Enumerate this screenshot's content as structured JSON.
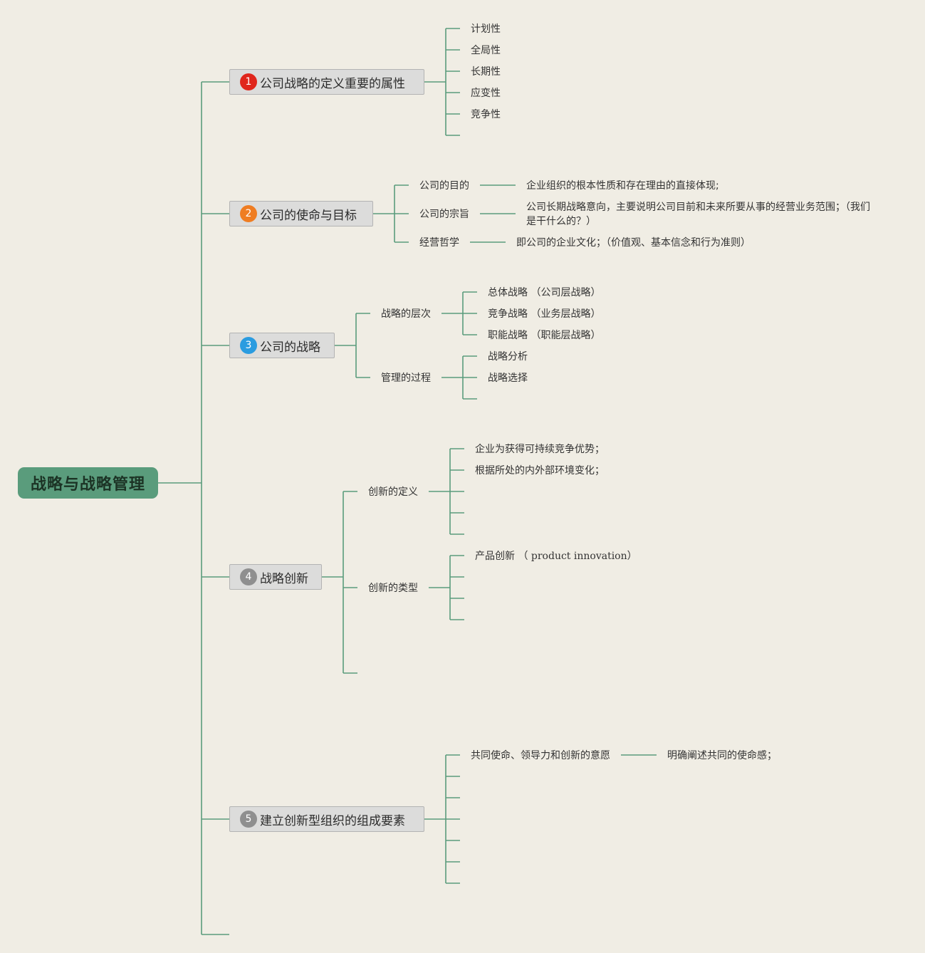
{
  "colors": {
    "background": "#f0ede4",
    "root": "#5a9c7c",
    "connector": "#5a9c7c",
    "badge_1": "#e0261c",
    "badge_2": "#ef7d22",
    "badge_3": "#2a9ce0",
    "badge_4": "#8f8f8f",
    "badge_5": "#8f8f8f"
  },
  "root": {
    "label": "战略与战略管理"
  },
  "branches": [
    {
      "number": "1",
      "label": "公司战略的定义重要的属性",
      "items": [
        "计划性",
        "全局性",
        "长期性",
        "应变性",
        "竞争性"
      ]
    },
    {
      "number": "2",
      "label": "公司的使命与目标",
      "items": [
        {
          "label": "公司的目的",
          "detail": "企业组织的根本性质和存在理由的直接体现;"
        },
        {
          "label": "公司的宗旨",
          "detail": "公司长期战略意向，主要说明公司目前和未来所要从事的经营业务范围；（我们是干什么的？）"
        },
        {
          "label": "经营哲学",
          "detail": "即公司的企业文化；（价值观、基本信念和行为准则）"
        }
      ]
    },
    {
      "number": "3",
      "label": "公司的战略",
      "groups": [
        {
          "label": "战略的层次",
          "items": [
            "总体战略 （公司层战略）",
            "竞争战略 （业务层战略）",
            "职能战略 （职能层战略）"
          ]
        },
        {
          "label": "管理的过程",
          "items": [
            "战略分析",
            "战略选择"
          ]
        }
      ]
    },
    {
      "number": "4",
      "label": "战略创新",
      "groups": [
        {
          "label": "创新的定义",
          "items": [
            "企业为获得可持续竞争优势；",
            "根据所处的内外部环境变化；"
          ]
        },
        {
          "label": "创新的类型",
          "items": [
            "产品创新 （ product innovation）"
          ]
        }
      ]
    },
    {
      "number": "5",
      "label": "建立创新型组织的组成要素",
      "items": [
        {
          "label": "共同使命、领导力和创新的意愿",
          "detail": "明确阐述共同的使命感；"
        }
      ]
    }
  ]
}
